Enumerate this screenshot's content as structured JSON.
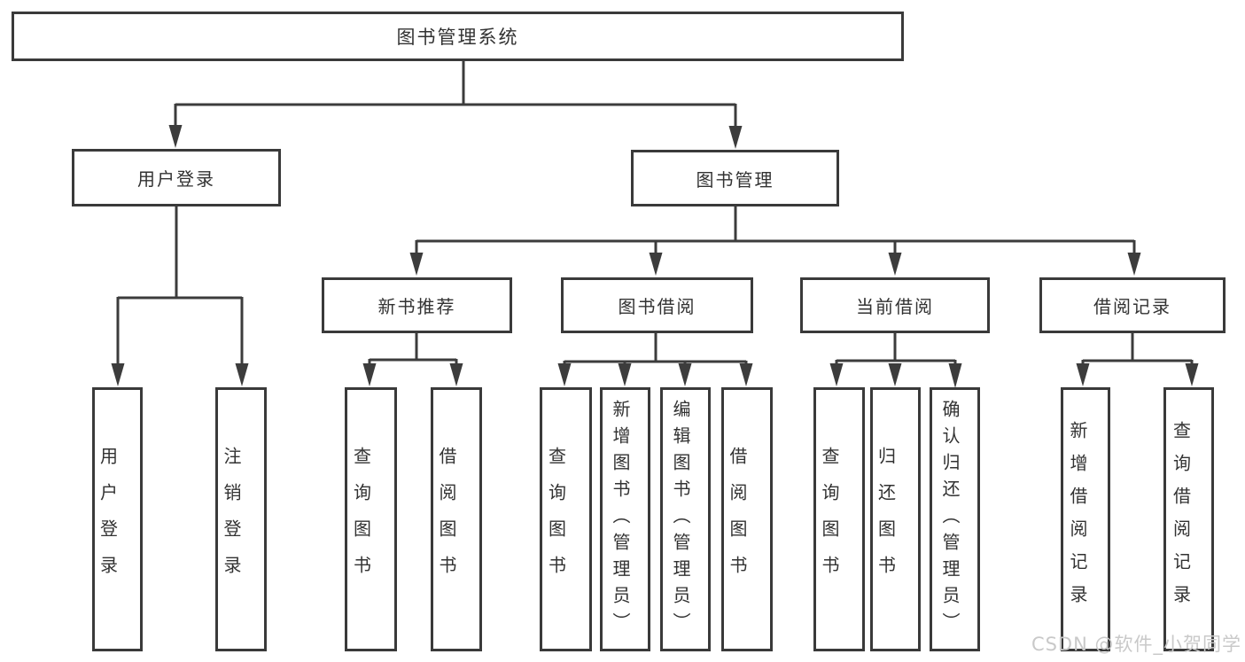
{
  "diagram": {
    "root": {
      "label": "图书管理系统"
    },
    "level1": {
      "user_login": {
        "label": "用户登录"
      },
      "book_mgmt": {
        "label": "图书管理"
      }
    },
    "level2": {
      "new_book_rec": {
        "label": "新书推荐"
      },
      "book_borrow": {
        "label": "图书借阅"
      },
      "current_borrow": {
        "label": "当前借阅"
      },
      "borrow_records": {
        "label": "借阅记录"
      }
    },
    "leaves": {
      "user_login_leaf": {
        "label": "用户登录"
      },
      "logout_leaf": {
        "label": "注销登录"
      },
      "query_book_a": {
        "label": "查询图书"
      },
      "borrow_book_a": {
        "label": "借阅图书"
      },
      "query_book_b": {
        "label": "查询图书"
      },
      "add_book_admin": {
        "label": "新增图书（管理员）"
      },
      "edit_book_admin": {
        "label": "编辑图书（管理员）"
      },
      "borrow_book_b": {
        "label": "借阅图书"
      },
      "query_book_c": {
        "label": "查询图书"
      },
      "return_book": {
        "label": "归还图书"
      },
      "confirm_return_admin": {
        "label": "确认归还（管理员）"
      },
      "add_borrow_record": {
        "label": "新增借阅记录"
      },
      "query_borrow_record": {
        "label": "查询借阅记录"
      }
    },
    "colors": {
      "line": "#3c3c3c",
      "box_border": "#3a3a3a",
      "text": "#323232",
      "watermark": "#c9c9c9",
      "background": "#ffffff"
    }
  },
  "watermark": {
    "text": "CSDN @软件_小贺同学"
  }
}
